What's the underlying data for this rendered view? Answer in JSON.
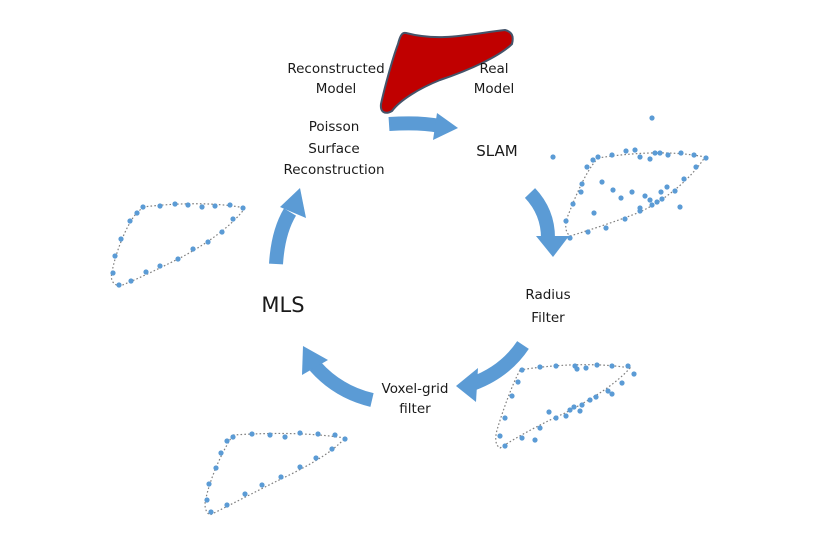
{
  "labels": {
    "reconstructed_model_1": "Reconstructed",
    "reconstructed_model_2": "Model",
    "real_model_1": "Real",
    "real_model_2": "Model",
    "poisson_1": "Poisson",
    "poisson_2": "Surface",
    "poisson_3": "Reconstruction",
    "slam": "SLAM",
    "radius_1": "Radius",
    "radius_2": "Filter",
    "voxel_1": "Voxel-grid",
    "voxel_2": "filter",
    "mls": "MLS"
  },
  "colors": {
    "arrow": "#5b9bd5",
    "point": "#5b9bd5",
    "outline": "#808080",
    "liver_fill": "#c00000",
    "liver_stroke": "#44546a"
  },
  "icons": {
    "liver_model": "liver-model-icon",
    "point_cloud": "point-cloud-icon",
    "cycle_arrow": "curved-arrow-icon"
  }
}
